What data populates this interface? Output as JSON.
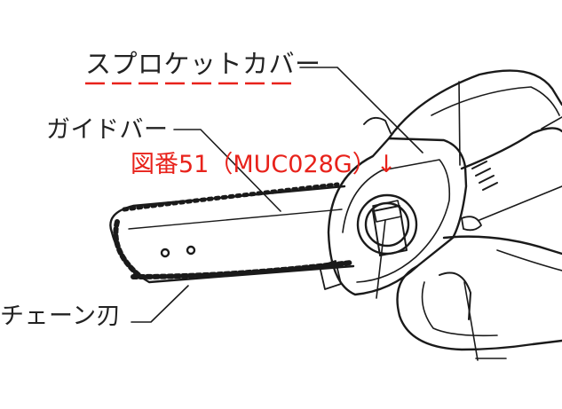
{
  "labels": {
    "sprocket_cover": "スプロケットカバー",
    "guide_bar": "ガイドバー",
    "saw_chain": "チェーン刃"
  },
  "annotation": {
    "figure_ref": "図番51（MUC028G）↓"
  },
  "colors": {
    "line_art": "#1a1a1a",
    "label_text": "#222222",
    "annotation_red": "#e8221b",
    "underline_red": "#e8221b"
  }
}
